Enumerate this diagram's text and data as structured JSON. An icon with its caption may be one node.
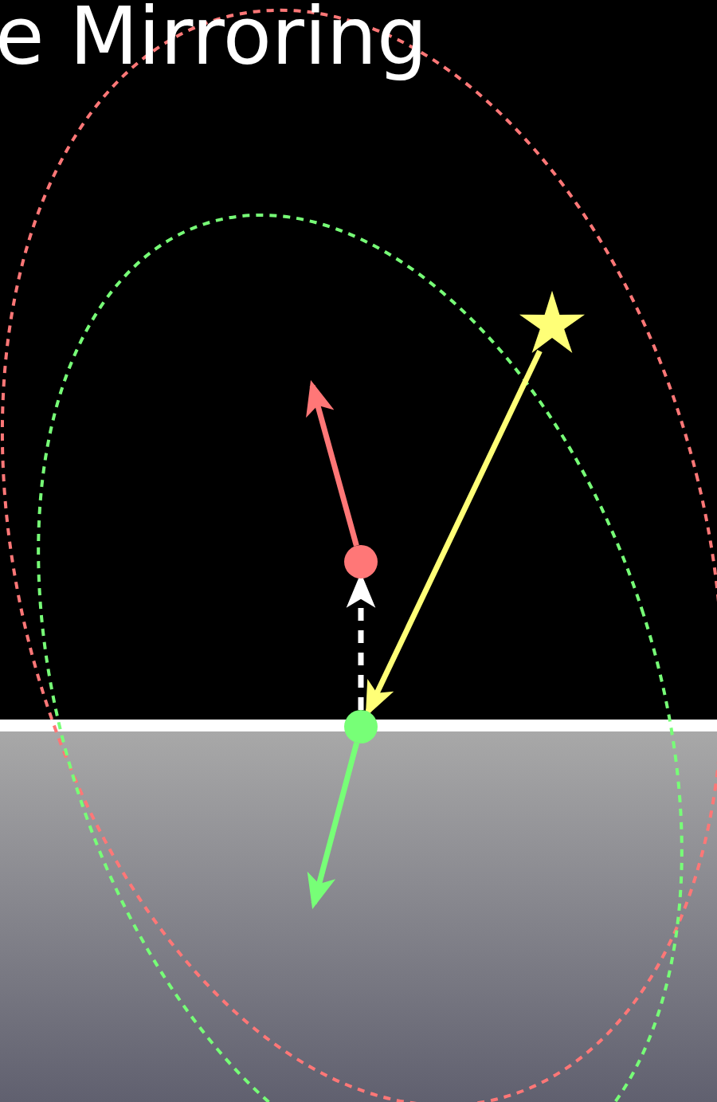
{
  "diagram": {
    "title": "e Mirroring",
    "nodes": [
      {
        "text": [],
        "shape": "star"
      },
      {
        "text": [],
        "shape": "circle"
      },
      {
        "text": [],
        "shape": "circle"
      }
    ],
    "edges": [
      {
        "from": 1,
        "to": null,
        "arrow": "to",
        "color": "#ff7777"
      },
      {
        "from": 0,
        "to": 2,
        "arrow": "to",
        "color": "#ffff77"
      },
      {
        "from": 2,
        "to": 1,
        "arrow": "to",
        "style": "dashed",
        "color": "#ffffff"
      },
      {
        "from": 2,
        "to": null,
        "arrow": "to",
        "color": "#77ff77"
      }
    ]
  }
}
